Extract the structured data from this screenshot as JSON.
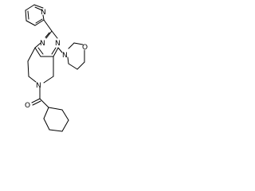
{
  "molecule": {
    "atoms": {
      "pyridine_n": "N",
      "pyrimidine_n_left": "N",
      "pyrimidine_n_right": "N",
      "morpholine_n": "N",
      "morpholine_o": "O",
      "ring_n": "N",
      "carbonyl_o": "O"
    }
  },
  "colors": {
    "bond": "#000000",
    "background": "#ffffff"
  }
}
